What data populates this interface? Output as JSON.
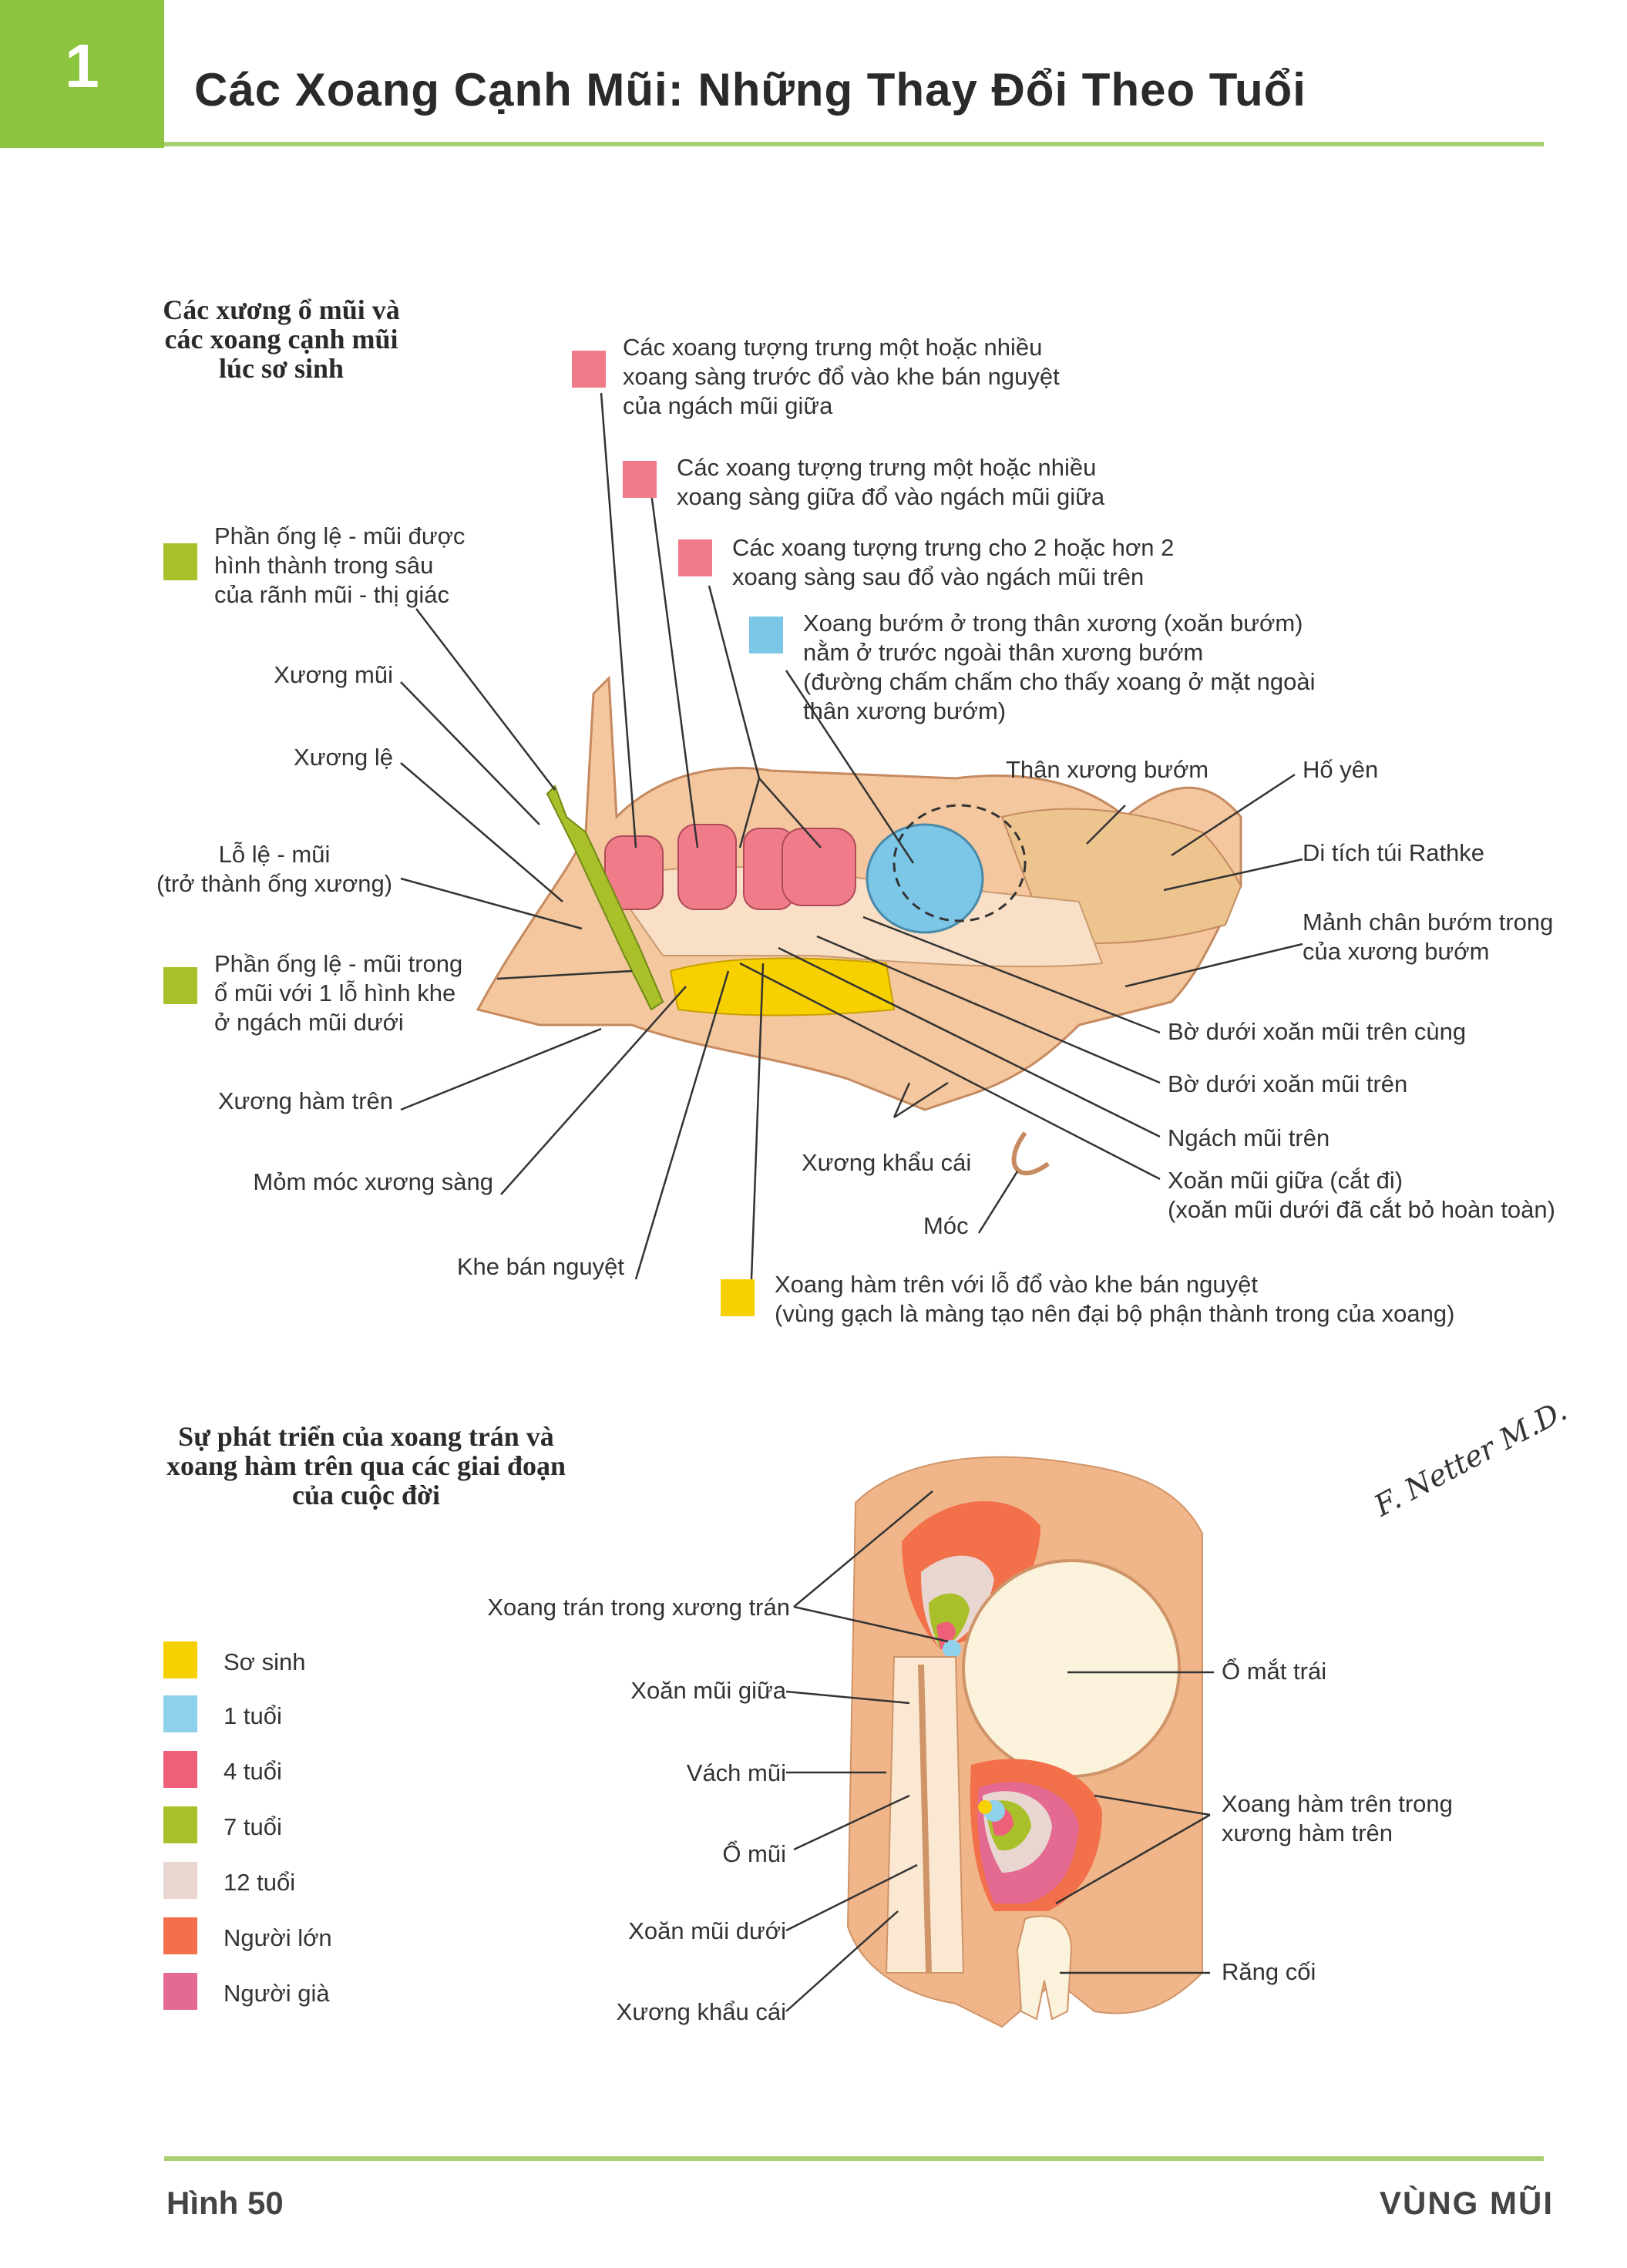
{
  "header": {
    "chapter_number": "1",
    "title": "Các Xoang Cạnh Mũi: Những Thay Đổi Theo Tuổi"
  },
  "colors": {
    "chapter_green": "#8cc43f",
    "anterior_ethmoid": "#f07c8a",
    "middle_ethmoid": "#f07c8a",
    "posterior_ethmoid": "#f07c8a",
    "sphenoid": "#7cc6e8",
    "maxillary": "#f7d000",
    "nasolacrimal": "#a9c02a"
  },
  "top_section": {
    "title": "Các xương ổ mũi và\ncác xoang cạnh mũi\nlúc sơ sinh",
    "legend": [
      {
        "text": "Các xoang tượng trưng một hoặc nhiều\nxoang sàng trước đổ vào khe bán nguyệt\ncủa ngách mũi giữa",
        "color": "#f07c8a"
      },
      {
        "text": "Các xoang tượng trưng một hoặc nhiều\nxoang sàng giữa đổ vào ngách mũi giữa",
        "color": "#f07c8a"
      },
      {
        "text": "Các xoang tượng trưng cho 2 hoặc hơn 2\nxoang sàng sau đổ vào ngách mũi trên",
        "color": "#f07c8a"
      },
      {
        "text": "Xoang bướm ở trong thân xương (xoăn bướm)\nnằm ở trước ngoài thân xương bướm\n(đường chấm chấm cho thấy xoang ở mặt ngoài\nthân xương bướm)",
        "color": "#7cc6e8"
      },
      {
        "text": "Phần ống lệ - mũi được\nhình thành trong sâu\ncủa rãnh mũi - thị giác",
        "color": "#a9c02a"
      },
      {
        "text": "Phần ống lệ - mũi trong\nổ mũi với 1 lỗ hình khe\nở ngách mũi dưới",
        "color": "#a9c02a"
      },
      {
        "text": "Xoang hàm trên với lỗ đổ vào khe bán nguyệt\n(vùng gạch là màng tạo nên đại bộ phận thành trong của xoang)",
        "color": "#f7d000"
      }
    ],
    "labels_left": [
      "Xương mũi",
      "Xương lệ",
      "Lỗ lệ - mũi\n(trở thành ống xương)",
      "Xương hàm trên",
      "Mỏm móc xương sàng",
      "Khe bán nguyệt"
    ],
    "labels_right": [
      "Thân xương bướm",
      "Hố yên",
      "Di tích túi Rathke",
      "Mảnh chân bướm trong\ncủa xương bướm",
      "Bờ dưới xoăn mũi trên cùng",
      "Bờ dưới xoăn mũi trên",
      "Ngách mũi trên",
      "Xoăn mũi giữa (cắt đi)\n(xoăn mũi dưới đã cắt bỏ hoàn toàn)"
    ],
    "labels_bottom": [
      "Xương khẩu cái",
      "Móc"
    ]
  },
  "bottom_section": {
    "title": "Sự phát triển của xoang trán và\nxoang hàm trên qua các giai đoạn\ncủa cuộc đời",
    "age_legend": [
      {
        "label": "Sơ sinh",
        "color": "#f7d000"
      },
      {
        "label": "1 tuổi",
        "color": "#8fd0ea"
      },
      {
        "label": "4 tuổi",
        "color": "#ee5f7a"
      },
      {
        "label": "7 tuổi",
        "color": "#a9c02a"
      },
      {
        "label": "12 tuổi",
        "color": "#e9d6d0"
      },
      {
        "label": "Người lớn",
        "color": "#f2704a"
      },
      {
        "label": "Người già",
        "color": "#e46a92"
      }
    ],
    "labels_left": [
      "Xoang trán trong xương trán",
      "Xoăn mũi giữa",
      "Vách mũi",
      "Ổ mũi",
      "Xoăn mũi dưới",
      "Xương khẩu cái"
    ],
    "labels_right": [
      "Ổ mắt trái",
      "Xoang hàm trên trong\nxương hàm trên",
      "Răng cối"
    ],
    "signature": "F. Netter M.D."
  },
  "footer": {
    "figure": "Hình 50",
    "region": "VÙNG MŨI"
  }
}
